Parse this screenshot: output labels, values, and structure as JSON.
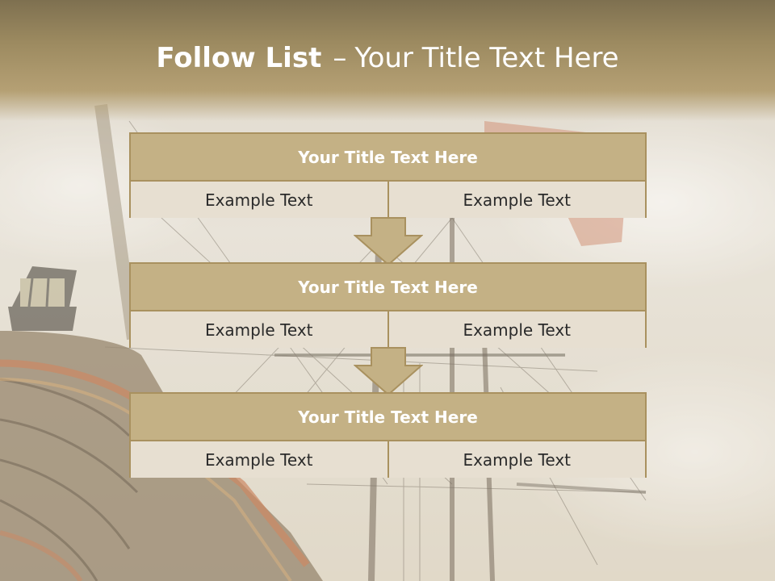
{
  "slide": {
    "title_bold": "Follow List",
    "title_sep": "–",
    "title_rest": "Your Title Text Here"
  },
  "boxes": [
    {
      "title": "Your Title Text Here",
      "left": "Example Text",
      "right": "Example Text"
    },
    {
      "title": "Your Title Text Here",
      "left": "Example Text",
      "right": "Example Text"
    },
    {
      "title": "Your Title Text Here",
      "left": "Example Text",
      "right": "Example Text"
    }
  ],
  "colors": {
    "box_header": "#c4b185",
    "box_border": "#a9915f",
    "box_body": "#e6ddcf"
  }
}
